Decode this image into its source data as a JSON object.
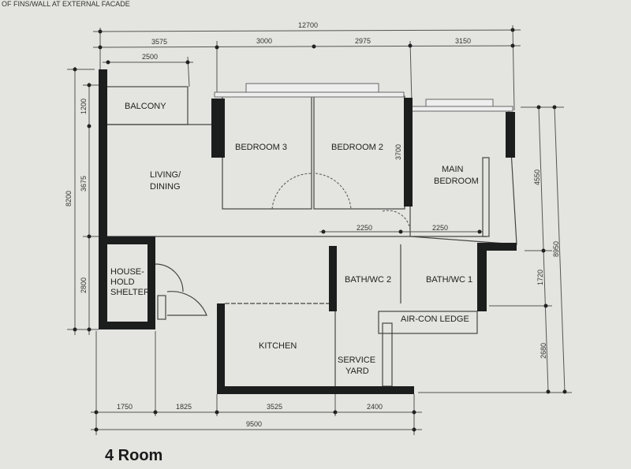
{
  "header_note": "OF FINS/WALL AT EXTERNAL FACADE",
  "plan_title": "4 Room",
  "rooms": {
    "balcony": "BALCONY",
    "living_dining": [
      "LIVING/",
      "DINING"
    ],
    "bedroom3": "BEDROOM 3",
    "bedroom2": "BEDROOM 2",
    "main_bedroom": [
      "MAIN",
      "BEDROOM"
    ],
    "household_shelter": [
      "HOUSE-",
      "HOLD",
      "SHELTER"
    ],
    "bath2": "BATH/WC 2",
    "bath1": "BATH/WC 1",
    "aircon_ledge": "AIR-CON LEDGE",
    "kitchen": "KITCHEN",
    "service_yard": [
      "SERVICE",
      "YARD"
    ]
  },
  "dimensions": {
    "top_total": "12700",
    "top": [
      "3575",
      "3000",
      "2975",
      "3150"
    ],
    "balcony_width": "2500",
    "left_total": "8200",
    "left": [
      "1200",
      "3675",
      "2800"
    ],
    "bedroom2_depth": "3700",
    "bath_widths": [
      "2250",
      "2250"
    ],
    "right_total": "8950",
    "right": [
      "4550",
      "1720",
      "2680"
    ],
    "bottom": [
      "1750",
      "1825",
      "3525",
      "2400"
    ],
    "bottom_total": "9500"
  }
}
